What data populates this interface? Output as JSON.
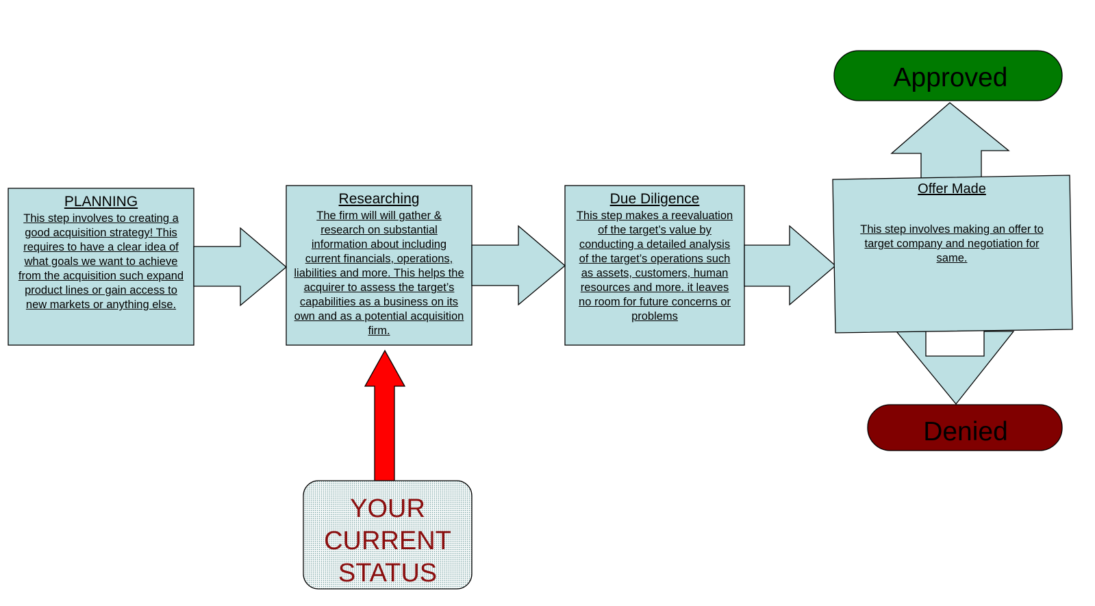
{
  "steps": {
    "planning": {
      "title": "PLANNING",
      "description": "This step involves to creating a good acquisition strategy! This requires to  have a clear idea of what goals we want to achieve from the acquisition such expand product lines or gain access to new markets or anything else."
    },
    "researching": {
      "title": "Researching",
      "description": " The  firm will will gather & research on  substantial information about  including current financials, operations, liabilities and more. This helps the acquirer to assess the target’s capabilities as a business on its own and as a potential acquisition firm."
    },
    "due_diligence": {
      "title": "Due Diligence",
      "description": "This step makes a reevaluation  of the target’s value by conducting a detailed analysis of the target’s operations such as assets, customers, human resources and more. it leaves no room for future concerns or problems"
    },
    "offer_made": {
      "title": "Offer Made",
      "description": "This step involves making an offer to target company and negotiation for same."
    }
  },
  "outcomes": {
    "approved": {
      "label": "Approved",
      "color": "#007a00"
    },
    "denied": {
      "label": "Denied",
      "color": "#800000"
    }
  },
  "status_indicator": {
    "label": "YOUR CURRENT STATUS",
    "current_step": "researching",
    "arrow_color": "#ff0000",
    "text_color": "#8b0e0e"
  },
  "colors": {
    "box_fill": "#bde0e3",
    "stroke": "#000000"
  }
}
